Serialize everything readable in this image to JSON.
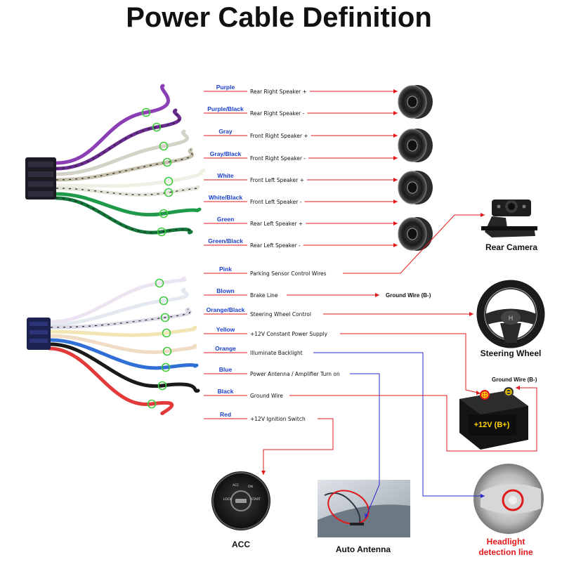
{
  "title": "Power Cable Definition",
  "top_harness": [
    {
      "color": "Purple",
      "function": "Rear Right Speaker +",
      "wire": "#8a3fb4"
    },
    {
      "color": "Purple/Black",
      "function": "Rear Right Speaker -",
      "wire": "#6a2b90"
    },
    {
      "color": "Gray",
      "function": "Front Right Speaker +",
      "wire": "#d2d2c6"
    },
    {
      "color": "Gray/Black",
      "function": "Front Right Speaker -",
      "wire": "#c4c0ac"
    },
    {
      "color": "White",
      "function": "Front Left Speaker +",
      "wire": "#efefe6"
    },
    {
      "color": "White/Black",
      "function": "Front Left Speaker -",
      "wire": "#e2e2d6"
    },
    {
      "color": "Green",
      "function": "Rear Left Speaker +",
      "wire": "#1f9a4a"
    },
    {
      "color": "Green/Black",
      "function": "Rear Left Speaker -",
      "wire": "#13773a"
    }
  ],
  "bottom_harness": [
    {
      "color": "Pink",
      "function": "Parking Sensor Control Wires",
      "wire": "#ece4f2"
    },
    {
      "color": "Blown",
      "function": "Brake Line",
      "wire": "#e4e8ef"
    },
    {
      "color": "Orange/Black",
      "function": "Steering Wheel Control",
      "wire": "#dcd8e6"
    },
    {
      "color": "Yellow",
      "function": "+12V Constant Power Supply",
      "wire": "#f2e6b4"
    },
    {
      "color": "Orange",
      "function": "Illuminate Backlight",
      "wire": "#f0dcc4"
    },
    {
      "color": "Blue",
      "function": "Power Antenna / Amplifier Turn on",
      "wire": "#2f6fd6"
    },
    {
      "color": "Black",
      "function": "Ground Wire",
      "wire": "#1a1a1a"
    },
    {
      "color": "Red",
      "function": "+12V Ignition Switch",
      "wire": "#e23a3a"
    }
  ],
  "devices": {
    "rear_camera": "Rear Camera",
    "steering_wheel": "Steering Wheel",
    "ground_wire_brake": "Ground Wire (B-)",
    "ground_wire_battery": "Ground Wire (B-)",
    "battery_label": "+12V (B+)",
    "acc": "ACC",
    "auto_antenna": "Auto Antenna",
    "headlight_line1": "Headlight",
    "headlight_line2": "detection line"
  },
  "colors": {
    "label_blue": "#1a3fc8",
    "connector_red": "#e0191c",
    "connector_blue": "#2a2ad0",
    "title_black": "#111111",
    "ring_green": "#3fc93f"
  }
}
